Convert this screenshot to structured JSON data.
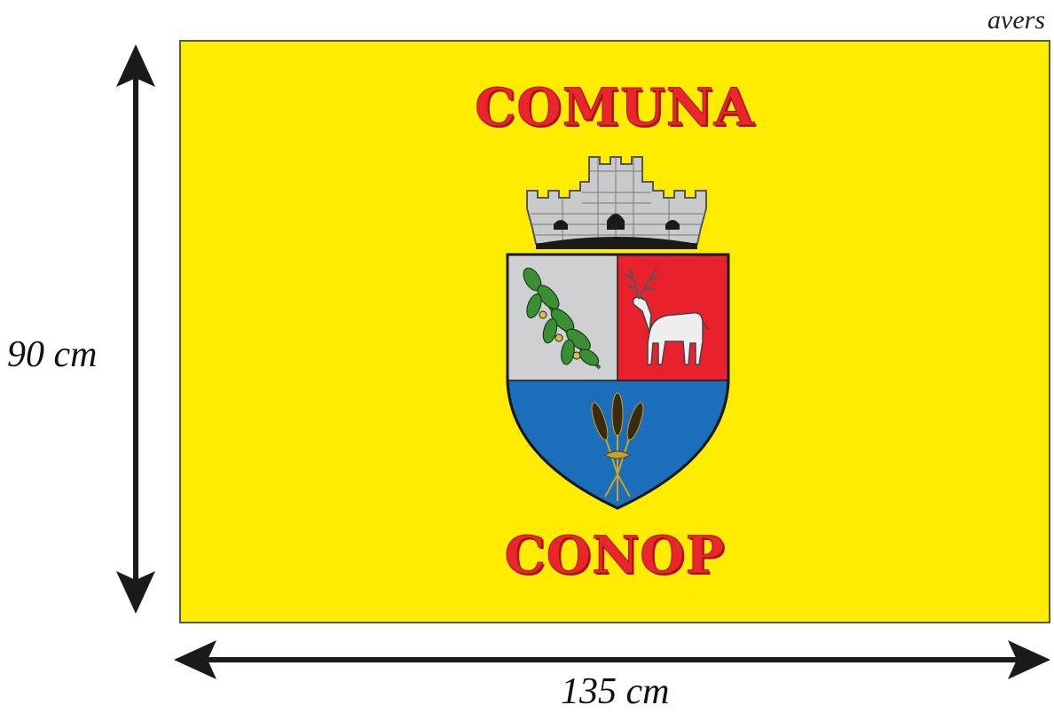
{
  "corner_label": "avers",
  "flag": {
    "background_color": "#ffec00",
    "title_top": "COMUNA",
    "title_bottom": "CONOP",
    "text_color": "#e8262c"
  },
  "emblem": {
    "crown": "mural-crown-icon",
    "quarters": {
      "top_left": {
        "charge": "oak-branch-icon",
        "color": "#cfd0d2"
      },
      "top_right": {
        "charge": "stag-icon",
        "color": "#e8212d"
      },
      "bottom": {
        "charge": "wheat-sheaf-icon",
        "color": "#1b6fba"
      }
    }
  },
  "dimensions": {
    "height": "90 cm",
    "width": "135 cm"
  }
}
